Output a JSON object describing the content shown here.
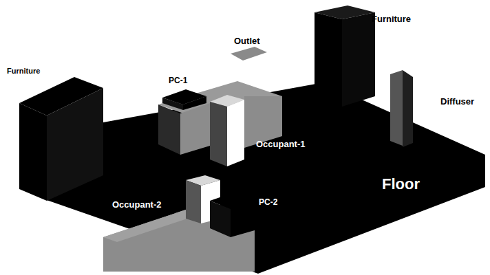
{
  "diagram": {
    "labels": [
      "Furniture",
      "Outlet",
      "Furniture",
      "PC-1",
      "Diffuser",
      "Occupant-1",
      "Floor",
      "Occupant-2",
      "PC-2"
    ]
  }
}
